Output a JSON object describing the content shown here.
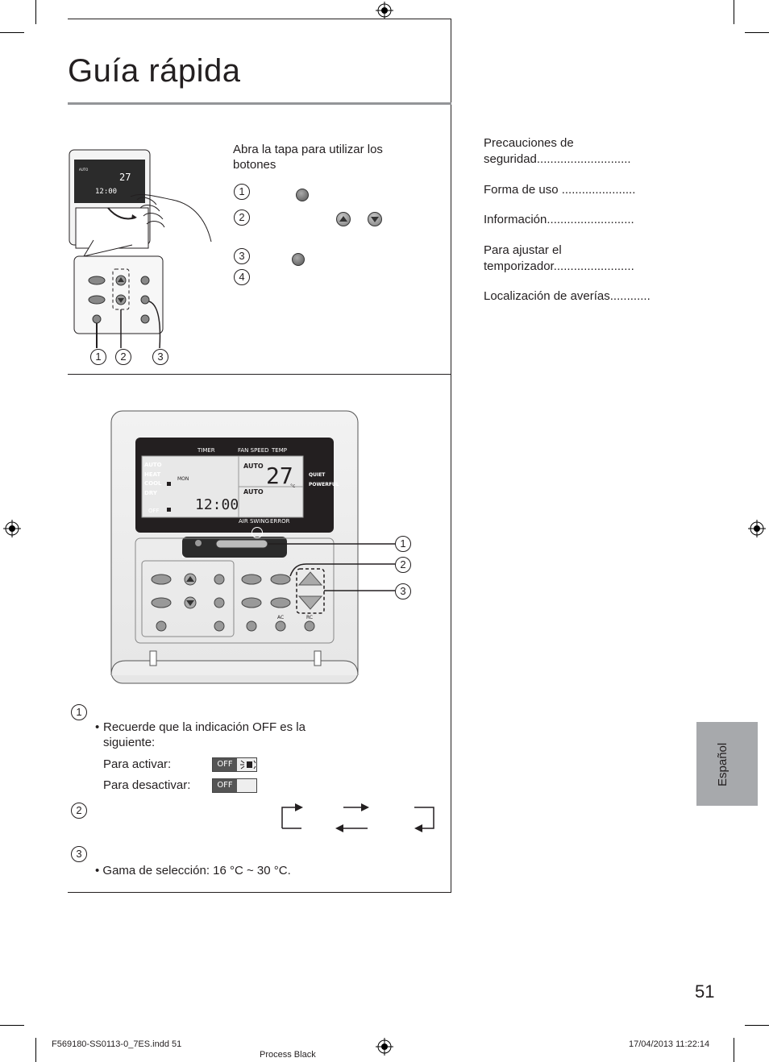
{
  "page_title": "Guía rápida",
  "instructions": {
    "intro": "Abra la tapa para utilizar los botones",
    "step_numbers": [
      "1",
      "2",
      "3",
      "4"
    ]
  },
  "diagram_top_labels": [
    "1",
    "2",
    "3"
  ],
  "toc": [
    {
      "line1": "Precauciones de",
      "line2": "seguridad............................"
    },
    {
      "line1": "Forma de uso ......................",
      "line2": ""
    },
    {
      "line1": "Información..........................",
      "line2": ""
    },
    {
      "line1": "Para ajustar el",
      "line2": "temporizador........................"
    },
    {
      "line1": "Localización de averías............",
      "line2": ""
    }
  ],
  "remote_display": {
    "timer": "TIMER",
    "fan_speed": "FAN SPEED",
    "temp": "TEMP",
    "modes": [
      "AUTO",
      "HEAT",
      "COOL",
      "DRY"
    ],
    "off": "OFF",
    "day": "MON",
    "time": "12:00",
    "fan_auto_1": "AUTO",
    "fan_auto_2": "AUTO",
    "temp_value": "27",
    "temp_unit": "°c",
    "quiet": "QUIET",
    "powerful": "POWERFUL",
    "air_swing": "AIR SWING",
    "error": "ERROR",
    "ac_label": "AC",
    "rc_label": "RC"
  },
  "callouts": [
    "1",
    "2",
    "3"
  ],
  "notes": {
    "n1": "1",
    "remember": "Recuerde que la indicación OFF es la siguiente:",
    "activate": "Para activar:",
    "deactivate": "Para desactivar:",
    "off_badge": "OFF",
    "n2": "2",
    "n3": "3",
    "range": "Gama de selección: 16 °C ~ 30 °C."
  },
  "side_tab": "Español",
  "page_number": "51",
  "footer": {
    "file": "F569180-SS0113-0_7ES.indd   51",
    "process": "Process Black",
    "date": "17/04/2013   11:22:14"
  },
  "colors": {
    "tab_gray": "#a7a9ac",
    "rule_gray": "#939598",
    "lcd_dark": "#231f20"
  }
}
